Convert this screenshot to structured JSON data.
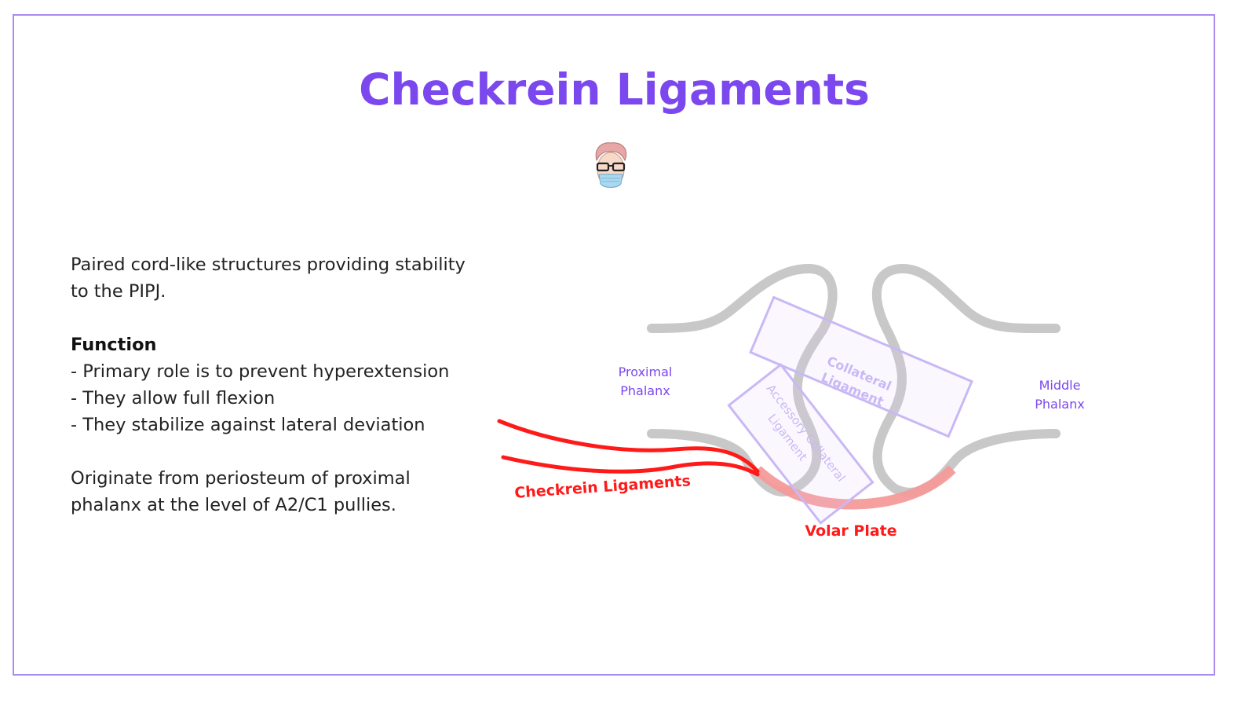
{
  "slide": {
    "title": "Checkrein Ligaments",
    "avatar_icon": "doctor-avatar-with-glasses-and-mask"
  },
  "text": {
    "intro": "Paired cord-like structures providing stability to the PIPJ.",
    "function_heading": "Function",
    "function_items": [
      "- Primary role is to prevent hyperextension",
      "- They allow full flexion",
      "- They stabilize against lateral deviation"
    ],
    "origin": "Originate from periosteum of proximal phalanx at the level of A2/C1 pullies."
  },
  "diagram": {
    "labels": {
      "proximal_phalanx_line1": "Proximal",
      "proximal_phalanx_line2": "Phalanx",
      "middle_phalanx_line1": "Middle",
      "middle_phalanx_line2": "Phalanx",
      "collateral_line1": "Collateral",
      "collateral_line2": "Ligament",
      "accessory_line1": "Accessory Collateral",
      "accessory_line2": "Ligament",
      "checkrein": "Checkrein Ligaments",
      "volar_plate": "Volar Plate"
    },
    "colors": {
      "bone": "#c8c8c8",
      "ligament_box": "#c9b8f5",
      "label_purple": "#7b47ee",
      "checkrein": "#ff1a1a",
      "volar_plate": "#f59a9a"
    }
  }
}
